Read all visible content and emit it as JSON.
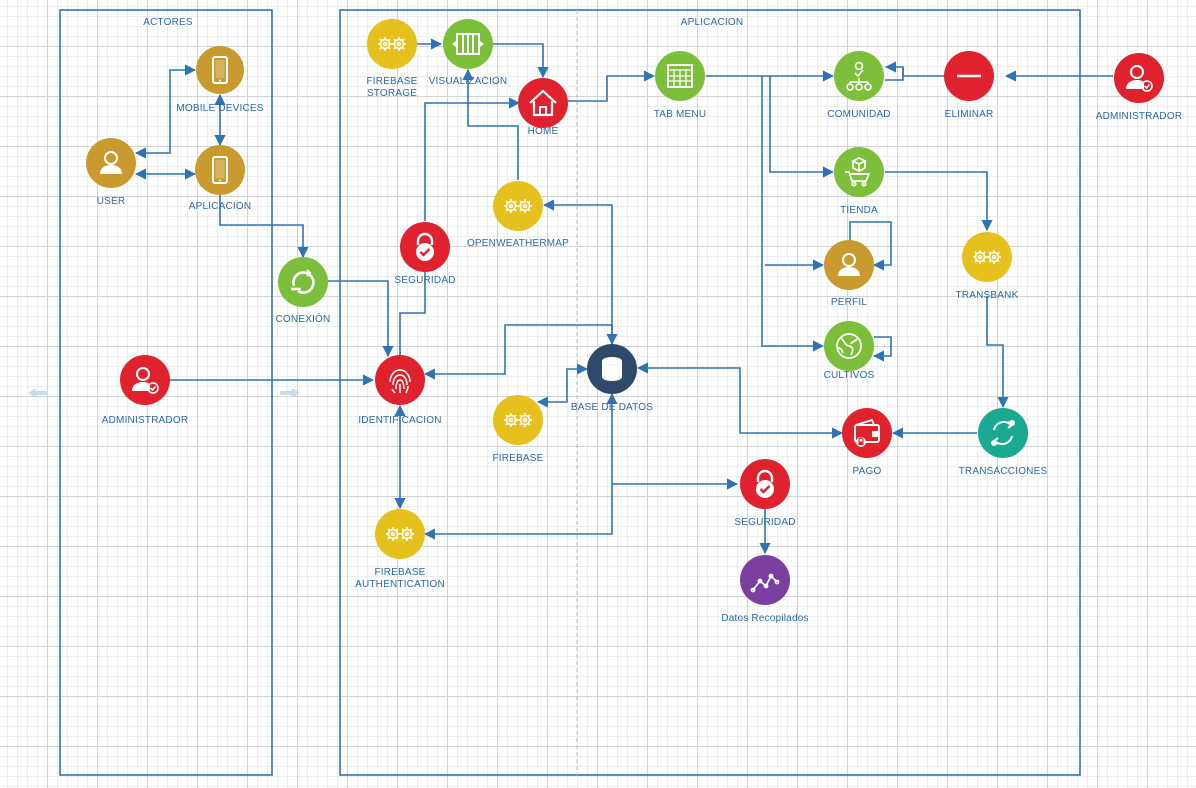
{
  "colors": {
    "red": "#e0212e",
    "green": "#7cbf3a",
    "gold": "#c99a2e",
    "yellow": "#e6c01c",
    "navy": "#2d4a6b",
    "teal": "#1aaa91",
    "purple": "#7b3fa0",
    "line": "#2e74b5"
  },
  "containers": {
    "actores": {
      "title": "ACTORES"
    },
    "aplicacion": {
      "title": "APLICACION"
    }
  },
  "nodes": {
    "mobile_devices": {
      "label": "MOBILE DEVICES",
      "icon": "smartphone-icon",
      "color": "gold"
    },
    "user": {
      "label": "USER",
      "icon": "user-icon",
      "color": "gold"
    },
    "aplicacion_actor": {
      "label": "APLICACION",
      "icon": "smartphone-icon",
      "color": "gold"
    },
    "administrador_left": {
      "label": "ADMINISTRADOR",
      "icon": "admin-user-icon",
      "color": "red"
    },
    "conexion": {
      "label": "CONEXIÓN",
      "icon": "cycle-icon",
      "color": "green"
    },
    "firebase_storage": {
      "label": "FIREBASE\nSTORAGE",
      "icon": "gears-icon",
      "color": "yellow"
    },
    "visualizacion": {
      "label": "VISUALIZACION",
      "icon": "columns-icon",
      "color": "green"
    },
    "home": {
      "label": "HOME",
      "icon": "home-icon",
      "color": "red"
    },
    "openweathermap": {
      "label": "OPENWEATHERMAP",
      "icon": "gears-icon",
      "color": "yellow"
    },
    "seguridad_top": {
      "label": "SEGURIDAD",
      "icon": "padlock-icon",
      "color": "red"
    },
    "identificacion": {
      "label": "IDENTIFICACION",
      "icon": "fingerprint-icon",
      "color": "red"
    },
    "base_de_datos": {
      "label": "BASE DE DATOS",
      "icon": "database-icon",
      "color": "navy"
    },
    "firebase": {
      "label": "FIREBASE",
      "icon": "gears-icon",
      "color": "yellow"
    },
    "firebase_auth": {
      "label": "FIREBASE\nAUTHENTICATION",
      "icon": "gears-icon",
      "color": "yellow"
    },
    "tab_menu": {
      "label": "TAB MENU",
      "icon": "window-icon",
      "color": "green"
    },
    "comunidad": {
      "label": "COMUNIDAD",
      "icon": "org-chart-icon",
      "color": "green"
    },
    "eliminar": {
      "label": "ELIMINAR",
      "icon": "minus-icon",
      "color": "red"
    },
    "administrador_right": {
      "label": "ADMINISTRADOR",
      "icon": "admin-user-icon",
      "color": "red"
    },
    "tienda": {
      "label": "TIENDA",
      "icon": "cart-icon",
      "color": "green"
    },
    "perfil": {
      "label": "PERFIL",
      "icon": "user-icon",
      "color": "gold"
    },
    "cultivos": {
      "label": "CULTIVOS",
      "icon": "globe-icon",
      "color": "green"
    },
    "transbank": {
      "label": "TRANSBANK",
      "icon": "gears-icon",
      "color": "yellow"
    },
    "transacciones": {
      "label": "TRANSACCIONES",
      "icon": "exchange-icon",
      "color": "teal"
    },
    "pago": {
      "label": "PAGO",
      "icon": "wallet-icon",
      "color": "red"
    },
    "seguridad_bottom": {
      "label": "SEGURIDAD",
      "icon": "padlock-icon",
      "color": "red"
    },
    "datos_recopilados": {
      "label": "Datos Recopilados",
      "icon": "line-chart-icon",
      "color": "purple"
    }
  }
}
